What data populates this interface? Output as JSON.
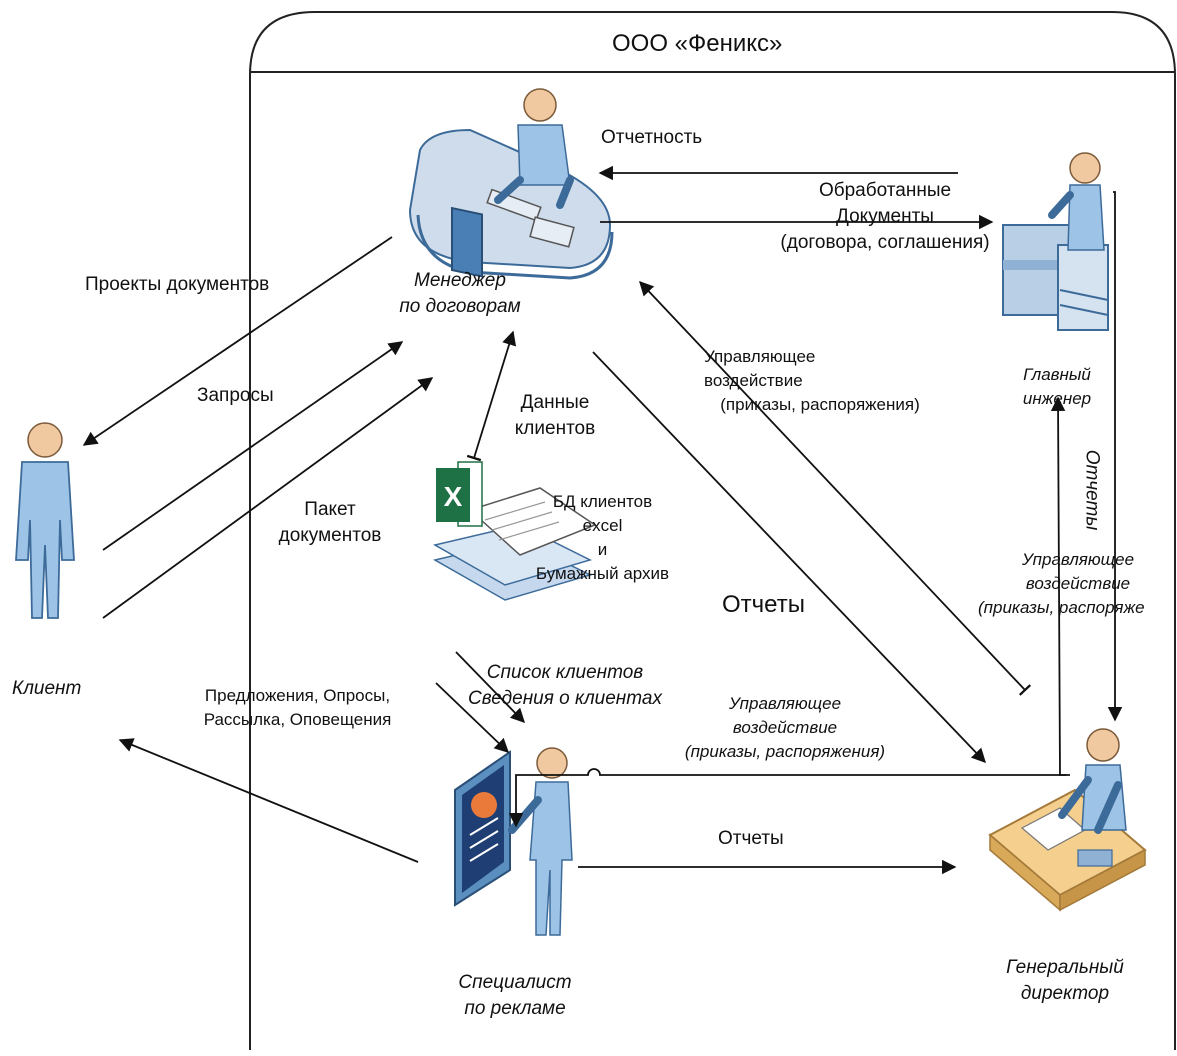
{
  "org": {
    "title": "ООО «Феникс»"
  },
  "actors": {
    "manager": {
      "line1": "Менеджер",
      "line2": "по договорам"
    },
    "engineer": {
      "line1": "Главный",
      "line2": "инженер"
    },
    "client": {
      "name": "Клиент"
    },
    "specialist": {
      "line1": "Специалист",
      "line2": "по рекламе"
    },
    "director": {
      "line1": "Генеральный",
      "line2": "директор"
    }
  },
  "storage": {
    "line1": "БД клиентов",
    "line2": "excel",
    "line3": "и",
    "line4": "Бумажный архив"
  },
  "flows": {
    "reporting": "Отчетность",
    "processed": {
      "line1": "Обработанные",
      "line2": "Документы",
      "line3": "(договора, соглашения)"
    },
    "drafts": "Проекты документов",
    "requests": "Запросы",
    "package": {
      "line1": "Пакет",
      "line2": "документов"
    },
    "client_data": {
      "line1": "Данные",
      "line2": "клиентов"
    },
    "control_1": {
      "line1": "Управляющее",
      "line2": "воздействие",
      "line3": "(приказы, распоряжения)"
    },
    "reports_vertical": "Отчеты",
    "control_right": {
      "line1": "Управляющее",
      "line2": "воздействие",
      "line3": "(приказы, распоряже"
    },
    "reports_center": "Отчеты",
    "client_list": {
      "line1": "Список клиентов",
      "line2": "Сведения о клиентах"
    },
    "control_2": {
      "line1": "Управляющее",
      "line2": "воздействие",
      "line3": "(приказы, распоряжения)"
    },
    "offers": {
      "line1": "Предложения, Опросы,",
      "line2": "Рассылка, Оповещения"
    },
    "reports_bottom": "Отчеты"
  },
  "colors": {
    "figure": "#9dc3e6",
    "figure_dark": "#5b8fbf",
    "desk": "#c9d9ec",
    "director_desk": "#f0c27a",
    "excel": "#1e7145"
  }
}
